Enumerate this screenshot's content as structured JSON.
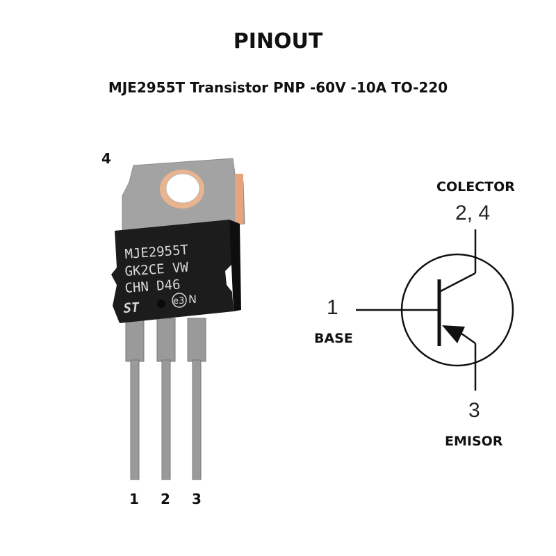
{
  "header": {
    "title": "PINOUT",
    "subtitle": "MJE2955T Transistor PNP -60V -10A TO-220"
  },
  "package": {
    "tab_pin": "4",
    "markings": [
      "MJE2955T",
      "GK2CE VW",
      "CHN D46"
    ],
    "logo_text": "ST",
    "eco_mark": "e3",
    "eco_suffix": "N",
    "leads": [
      "1",
      "2",
      "3"
    ]
  },
  "symbol": {
    "collector": {
      "number": "2, 4",
      "name": "COLECTOR"
    },
    "base": {
      "number": "1",
      "name": "BASE"
    },
    "emitter": {
      "number": "3",
      "name": "EMISOR"
    }
  },
  "colors": {
    "body": "#1c1c1c",
    "tab": "#a3a3a3",
    "copper": "#e3a47e",
    "lead": "#9a9a9a",
    "line": "#111111"
  }
}
